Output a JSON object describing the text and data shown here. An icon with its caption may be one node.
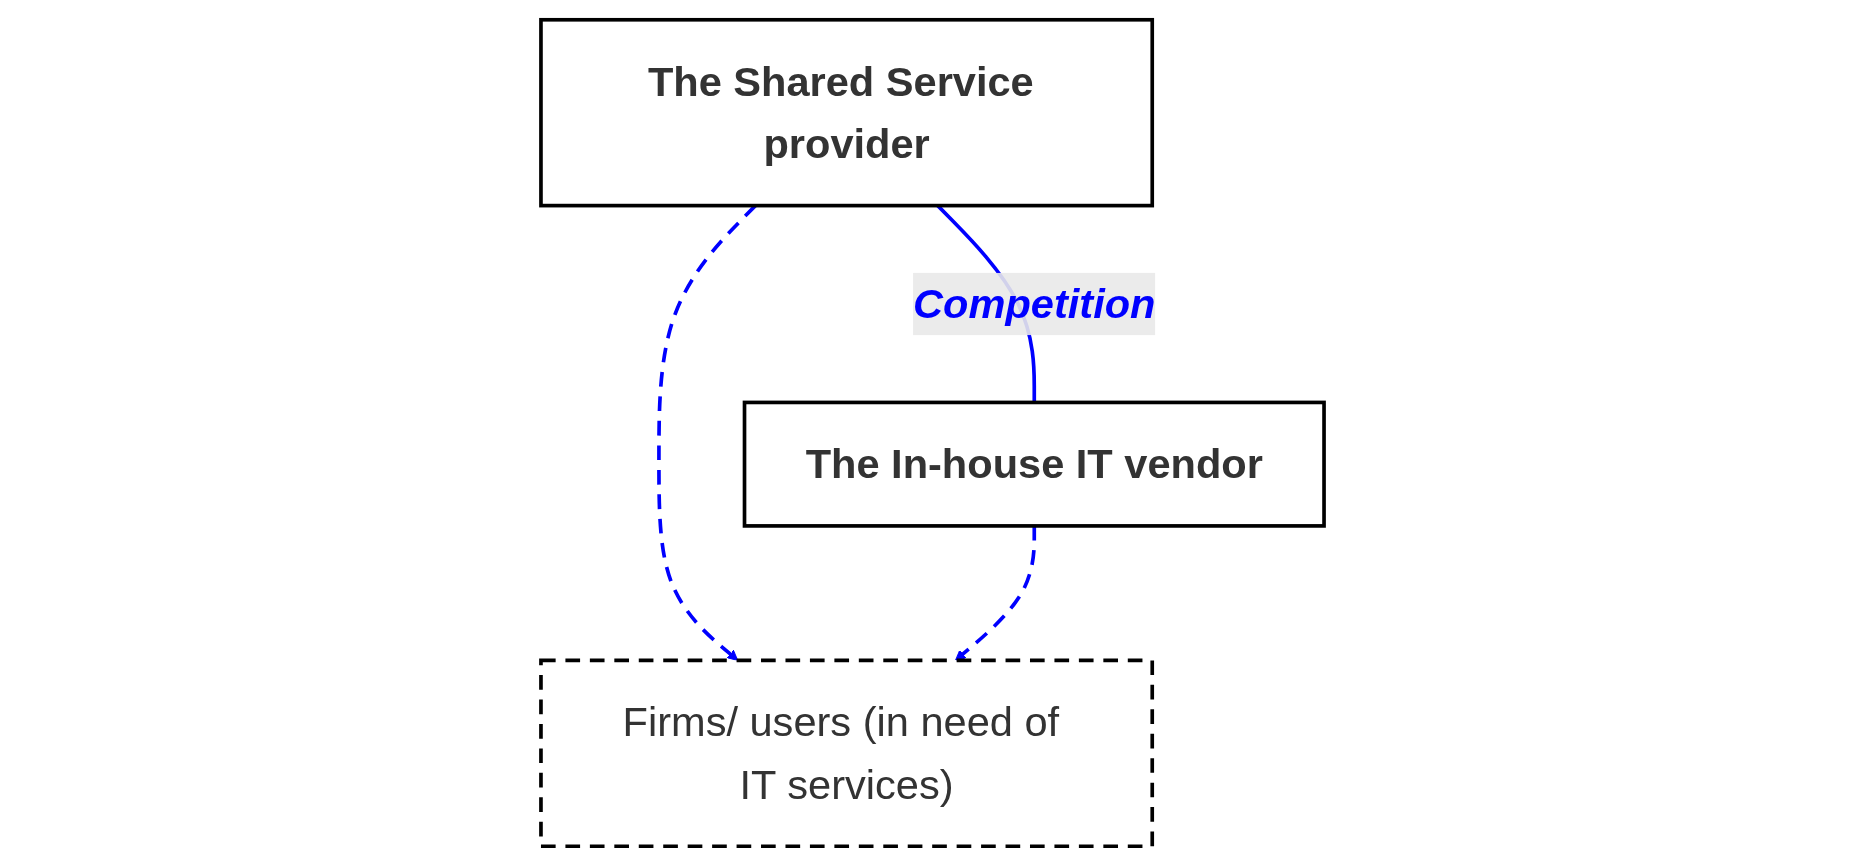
{
  "diagram": {
    "nodes": [
      {
        "text": [
          "The Shared Service provider"
        ]
      },
      {
        "text": [
          "The In-house IT vendor"
        ]
      },
      {
        "text": [
          "Firms/ users (in need of IT services)"
        ]
      }
    ],
    "edges": [
      {
        "from": 0,
        "to": 1,
        "arrow": "none",
        "label": "Competition",
        "color": "#0000ff"
      },
      {
        "from": 0,
        "to": 2,
        "arrow": "to",
        "style": "dashed",
        "color": "#0000ff"
      },
      {
        "from": 1,
        "to": 2,
        "arrow": "to",
        "style": "dashed",
        "color": "#0000ff"
      }
    ]
  }
}
